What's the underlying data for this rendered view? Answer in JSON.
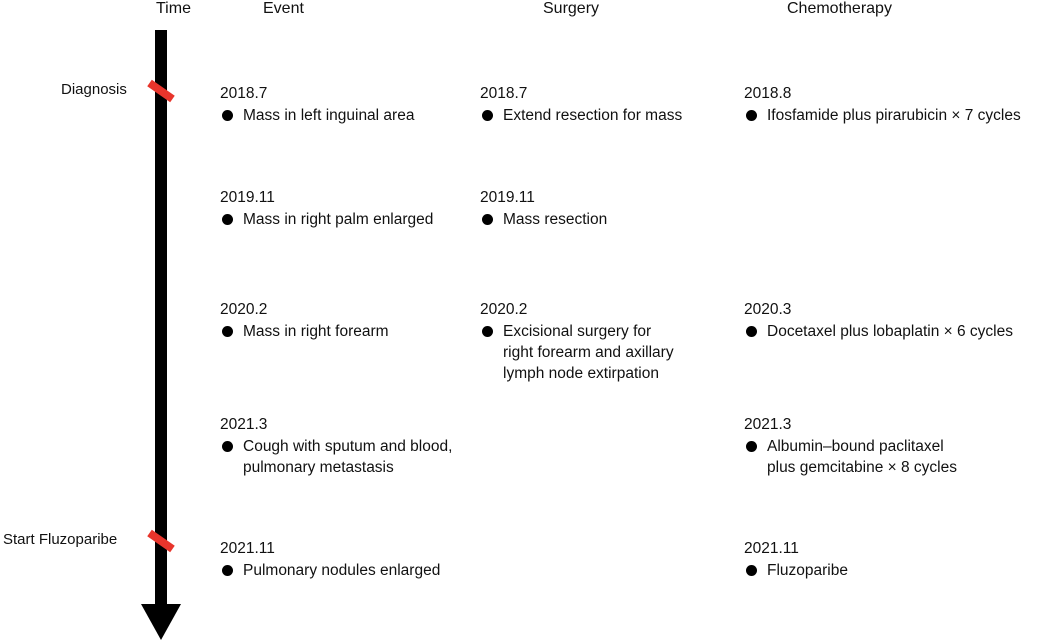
{
  "headers": {
    "time": "Time",
    "event": "Event",
    "surgery": "Surgery",
    "chemotherapy": "Chemotherapy"
  },
  "colors": {
    "axis": "#000000",
    "marker": "#e8352c",
    "text": "#111111"
  },
  "markers": {
    "diagnosis": "Diagnosis",
    "start_fluzoparibe": "Start Fluzoparibe"
  },
  "event": [
    {
      "date": "2018.7",
      "text": "Mass in left inguinal area"
    },
    {
      "date": "2019.11",
      "text": "Mass in right palm enlarged"
    },
    {
      "date": "2020.2",
      "text": "Mass in right forearm"
    },
    {
      "date": "2021.3",
      "text": "Cough with sputum and blood,\npulmonary metastasis"
    },
    {
      "date": "2021.11",
      "text": "Pulmonary nodules enlarged"
    }
  ],
  "surgery": [
    {
      "date": "2018.7",
      "text": "Extend resection for mass"
    },
    {
      "date": "2019.11",
      "text": "Mass resection"
    },
    {
      "date": "2020.2",
      "text": "Excisional surgery for\nright forearm and axillary\nlymph node extirpation"
    }
  ],
  "chemotherapy": [
    {
      "date": "2018.8",
      "text": "Ifosfamide plus pirarubicin × 7 cycles"
    },
    {
      "date": "2020.3",
      "text": "Docetaxel plus lobaplatin × 6 cycles"
    },
    {
      "date": "2021.3",
      "text": "Albumin–bound paclitaxel\nplus gemcitabine × 8 cycles"
    },
    {
      "date": "2021.11",
      "text": "Fluzoparibe"
    }
  ]
}
